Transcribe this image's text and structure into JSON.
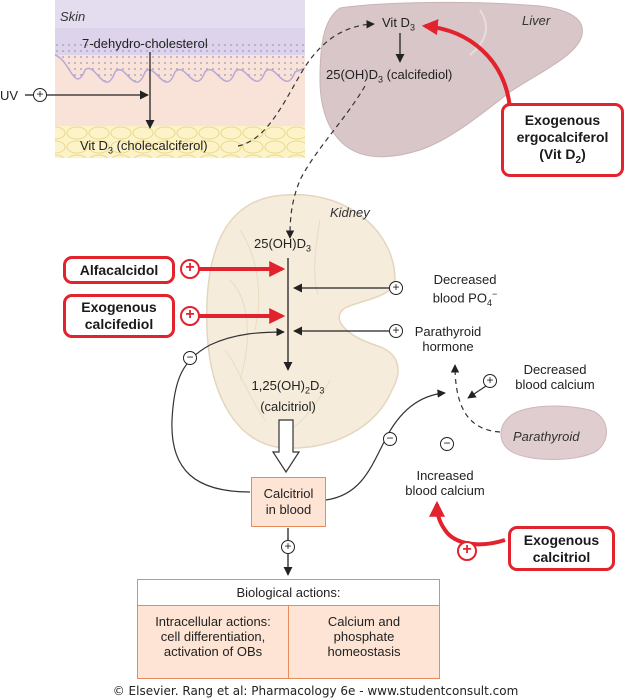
{
  "colors": {
    "accent_red": "#e2222c",
    "liver": "#d6c3c6",
    "kidney": "#f5ead8",
    "skin_top": "#d8cfe8",
    "skin_mid": "#f7dfd2",
    "fat": "#fdf3c8",
    "box_fill": "#fde4d4",
    "box_border": "#e88a5c"
  },
  "skin": {
    "title": "Skin",
    "dehydro": "7-dehydro-cholesterol",
    "uv": "UV",
    "vitd3_pre": "Vit D",
    "vitd3_sub": "3",
    "vitd3_post": " (cholecalciferol)"
  },
  "liver": {
    "title": "Liver",
    "vitd3_pre": "Vit D",
    "vitd3_sub": "3",
    "calcifediol_pre": "25(OH)D",
    "calcifediol_sub": "3",
    "calcifediol_post": " (calcifediol)"
  },
  "ergo": {
    "line1": "Exogenous",
    "line2": "ergocalciferol",
    "line3_pre": "(Vit D",
    "line3_sub": "2",
    "line3_post": ")"
  },
  "kidney": {
    "title": "Kidney",
    "oh_pre": "25(OH)D",
    "oh_sub": "3",
    "calcitriol_line1_pre": "1,25(OH)",
    "calcitriol_line1_sub1": "2",
    "calcitriol_line1_mid": "D",
    "calcitriol_line1_sub2": "3",
    "calcitriol_line2": "(calcitriol)"
  },
  "drugs": {
    "alfacalcidol": "Alfacalcidol",
    "calcifediol_line1": "Exogenous",
    "calcifediol_line2": "calcifediol",
    "calcitriol_line1": "Exogenous",
    "calcitriol_line2": "calcitriol"
  },
  "regulators": {
    "decreased_po4_line1": "Decreased",
    "decreased_po4_line2_pre": "blood PO",
    "decreased_po4_line2_sub": "4",
    "decreased_po4_line2_sup": "−",
    "pth_line1": "Parathyroid",
    "pth_line2": "hormone",
    "dec_ca_line1": "Decreased",
    "dec_ca_line2": "blood calcium",
    "parathyroid": "Parathyroid",
    "inc_ca_line1": "Increased",
    "inc_ca_line2": "blood calcium"
  },
  "blood": {
    "line1": "Calcitriol",
    "line2": "in blood"
  },
  "bio": {
    "header": "Biological actions:",
    "left_line1": "Intracellular actions:",
    "left_line2": "cell differentiation,",
    "left_line3": "activation of OBs",
    "right_line1": "Calcium and",
    "right_line2": "phosphate",
    "right_line3": "homeostasis"
  },
  "signs": {
    "plus": "+",
    "minus": "−"
  },
  "copyright": "© Elsevier. Rang et al: Pharmacology 6e - www.studentconsult.com"
}
